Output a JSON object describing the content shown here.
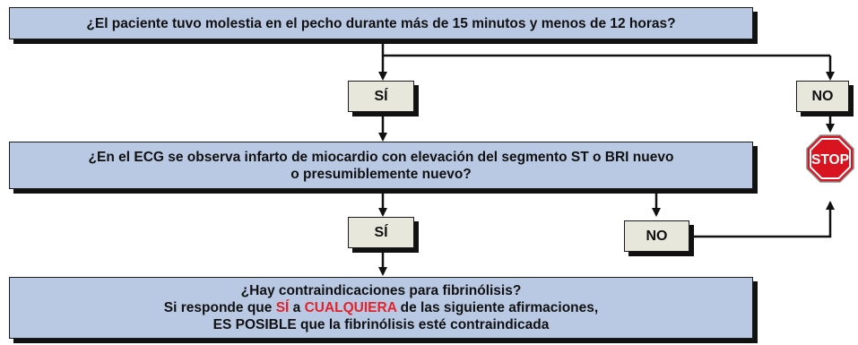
{
  "q1": {
    "text": "¿El paciente tuvo molestia en el pecho durante más de 15 minutos y menos de 12 horas?"
  },
  "q1_yes": "SÍ",
  "q1_no": "NO",
  "stop_sign": {
    "text": "STOP",
    "color": "#d7141f"
  },
  "q2": {
    "line1": "¿En el ECG se observa infarto de miocardio con elevación del segmento ST o BRI nuevo",
    "line2": "o presumiblemente nuevo?"
  },
  "q2_yes": "SÍ",
  "q2_no": "NO",
  "q3": {
    "line1": "¿Hay contraindicaciones para fibrinólisis?",
    "line2_a": "Si responde que ",
    "line2_b": "SÍ",
    "line2_c": " a ",
    "line2_d": "CUALQUIERA",
    "line2_e": " de las siguiente afirmaciones,",
    "line3": "ES POSIBLE que la fibrinólisis esté contraindicada"
  },
  "colors": {
    "question_fill": "#b9c9e4",
    "answer_fill": "#e7e7dc",
    "highlight": "#e2232a"
  }
}
